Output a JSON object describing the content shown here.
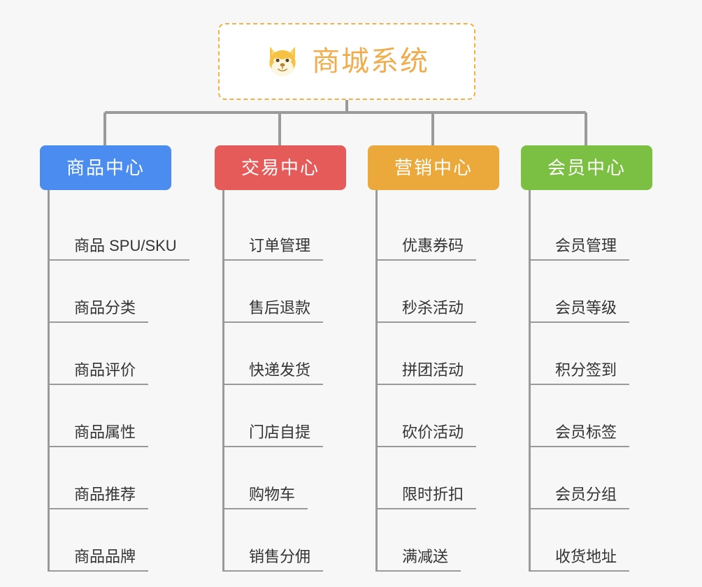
{
  "page": {
    "background_color": "#f7f7f7",
    "type": "mindmap"
  },
  "root": {
    "title": "商城系统",
    "icon": "shiba-inu-face-emoji",
    "border_color": "#efb34a",
    "text_color": "#f0ad4e",
    "background_color": "#ffffff"
  },
  "branches": [
    {
      "label": "商品中心",
      "color": "#4a8cf0",
      "items": [
        "商品 SPU/SKU",
        "商品分类",
        "商品评价",
        "商品属性",
        "商品推荐",
        "商品品牌"
      ]
    },
    {
      "label": "交易中心",
      "color": "#e55b59",
      "items": [
        "订单管理",
        "售后退款",
        "快递发货",
        "门店自提",
        "购物车",
        "销售分佣"
      ]
    },
    {
      "label": "营销中心",
      "color": "#eba93c",
      "items": [
        "优惠券码",
        "秒杀活动",
        "拼团活动",
        "砍价活动",
        "限时折扣",
        "满减送"
      ]
    },
    {
      "label": "会员中心",
      "color": "#7cc043",
      "items": [
        "会员管理",
        "会员等级",
        "积分签到",
        "会员标签",
        "会员分组",
        "收货地址"
      ]
    }
  ],
  "connector": {
    "color": "#9a9a9a",
    "width": 3
  }
}
